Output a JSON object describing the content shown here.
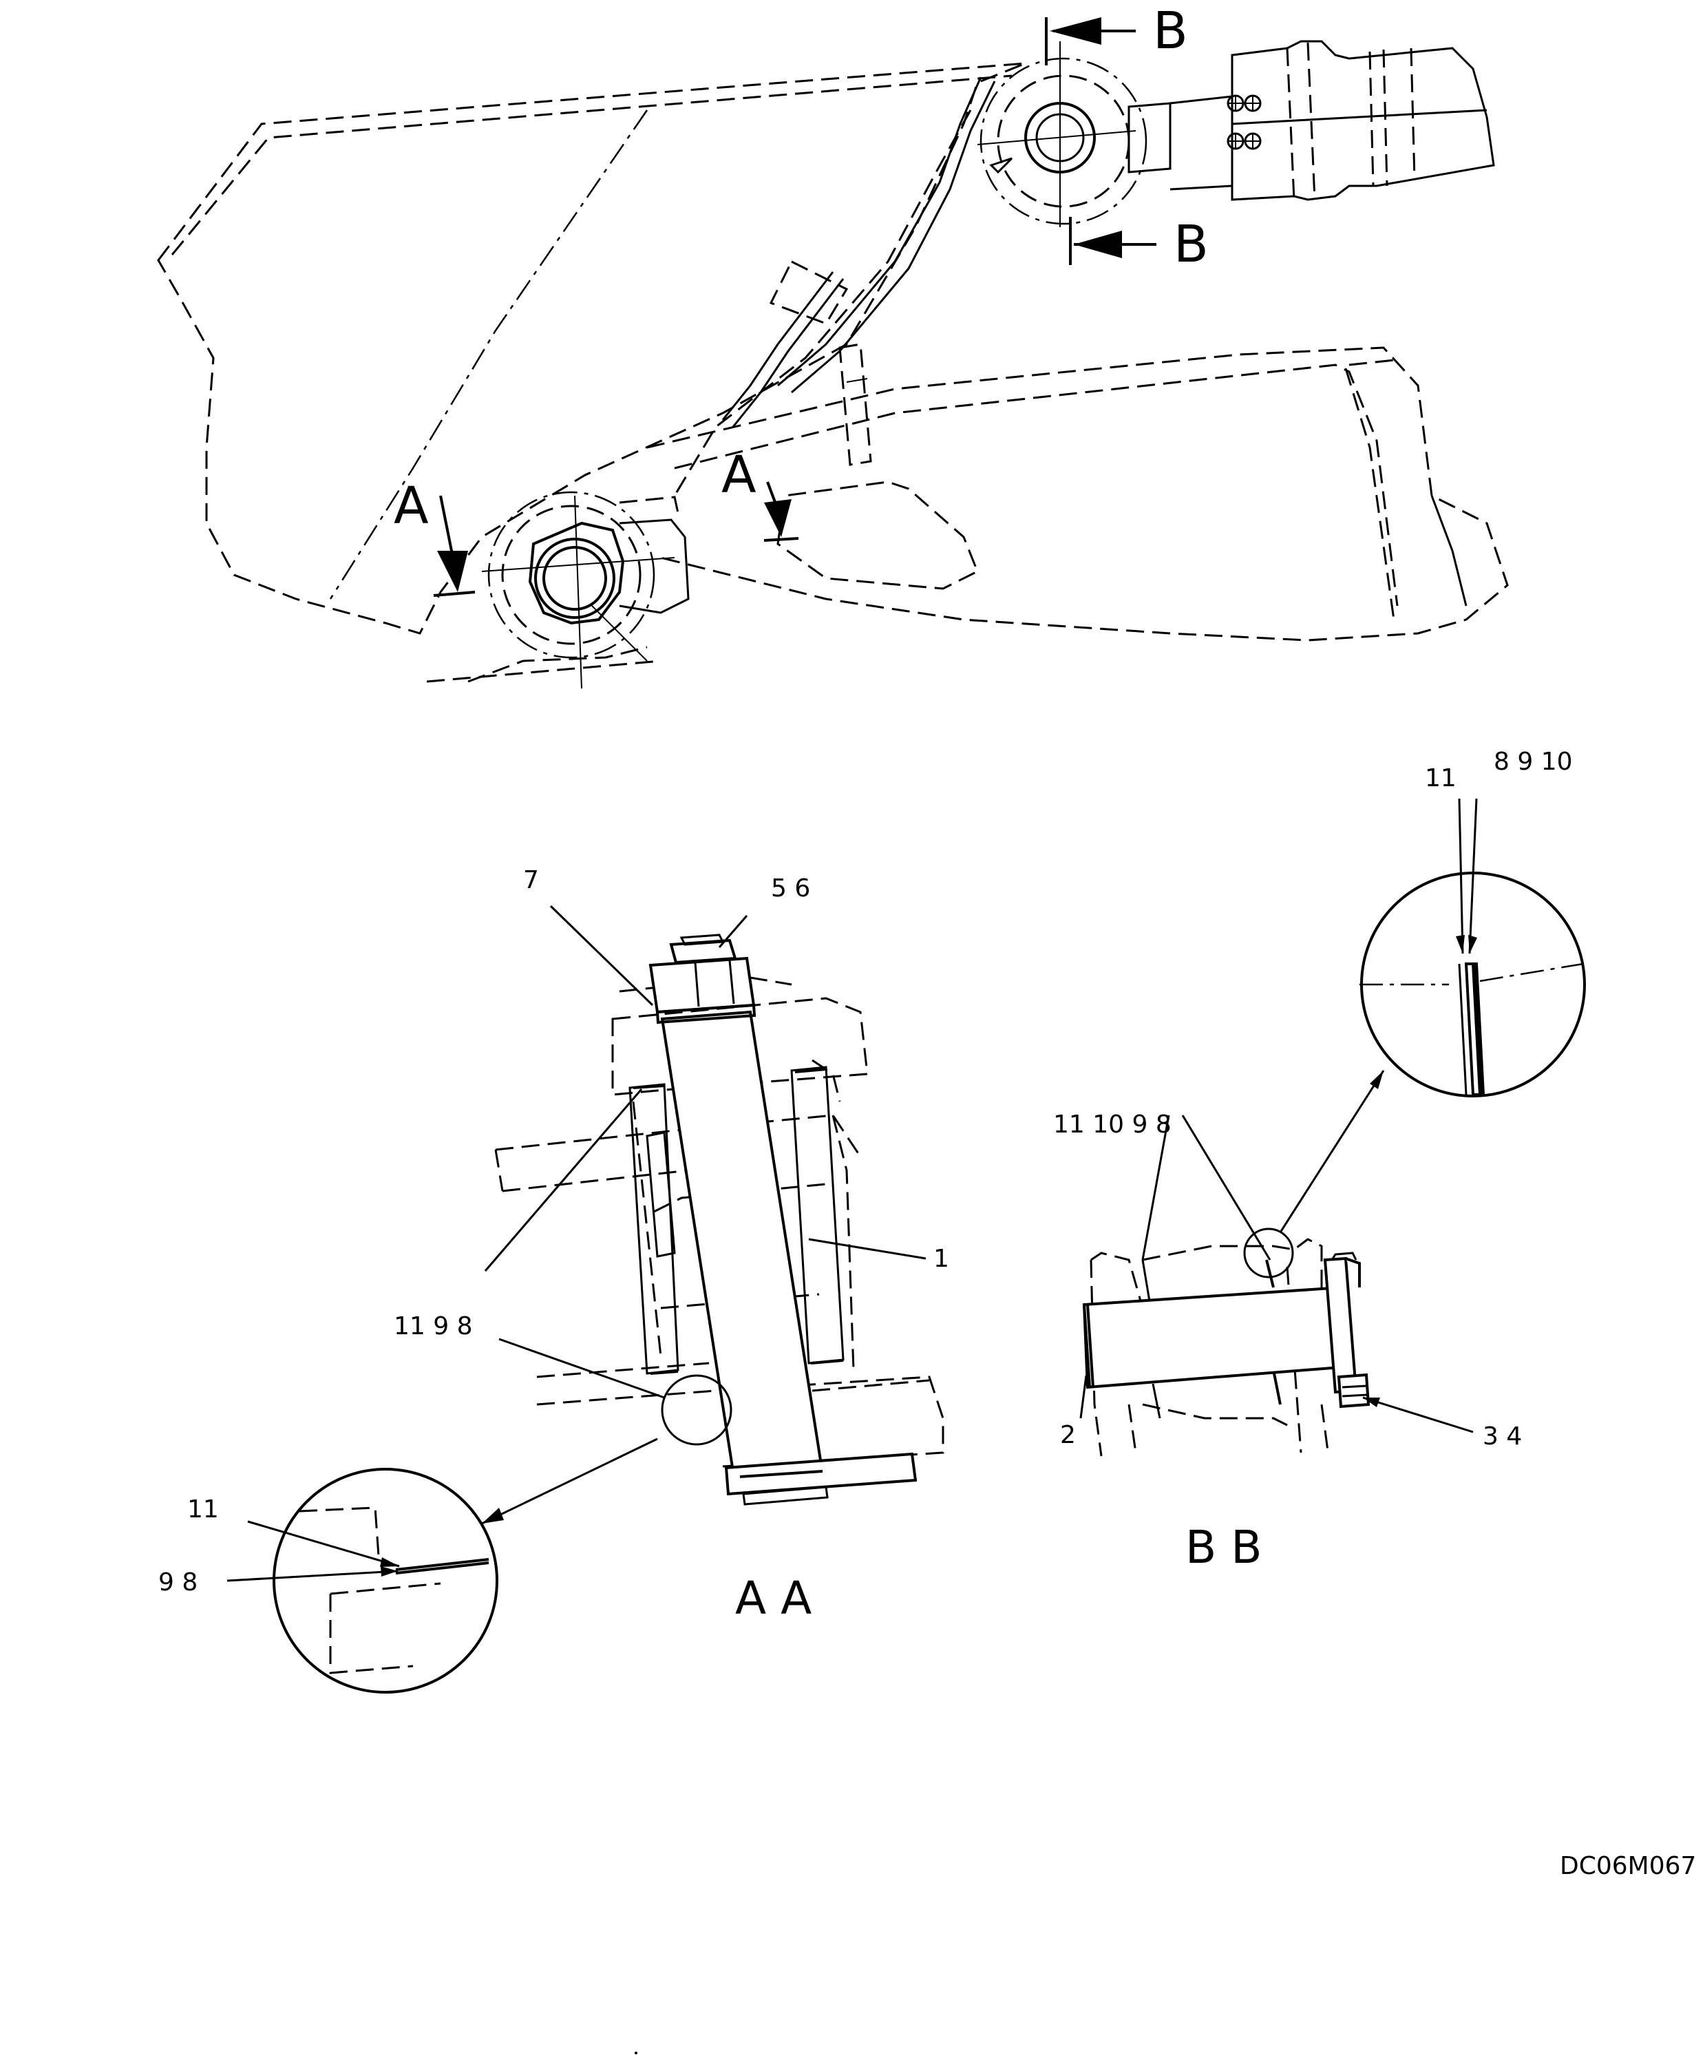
{
  "section_markers": {
    "b_top": "B",
    "b_bottom": "B",
    "a_left": "A",
    "a_right": "A"
  },
  "view_titles": {
    "aa": "A A",
    "bb": "B B"
  },
  "callouts_aa": {
    "c7": "7",
    "c56": "5  6",
    "c1": "1",
    "c1198": "11  9  8",
    "detail_11": "11",
    "detail_98": "9  8"
  },
  "callouts_bb": {
    "c11": "11",
    "c8910": "8  9  10",
    "c111098": "11  10  9  8",
    "c2": "2",
    "c34": "3  4"
  },
  "drawing_code": "DC06M067"
}
